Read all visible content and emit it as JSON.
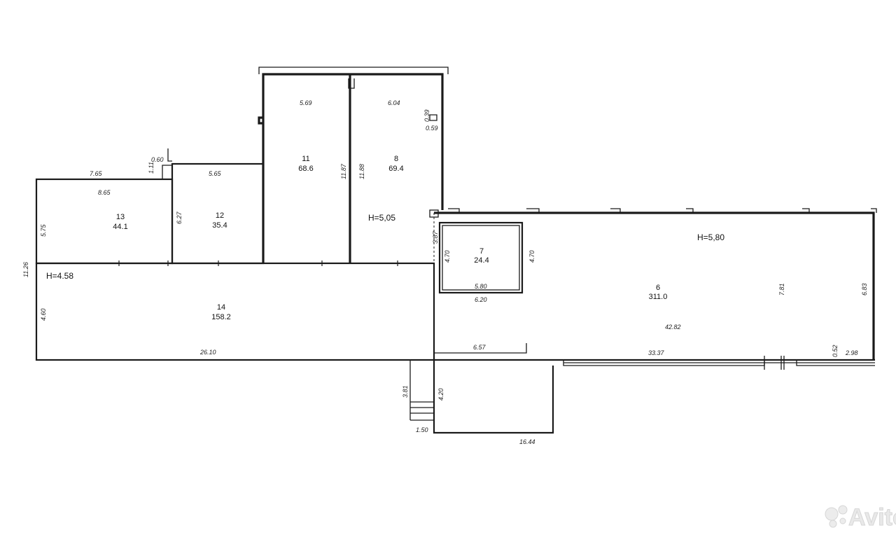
{
  "rooms": [
    {
      "number": "13",
      "area": "44.1"
    },
    {
      "number": "12",
      "area": "35.4"
    },
    {
      "number": "11",
      "area": "68.6"
    },
    {
      "number": "8",
      "area": "69.4"
    },
    {
      "number": "7",
      "area": "24.4"
    },
    {
      "number": "6",
      "area": "311.0"
    },
    {
      "number": "14",
      "area": "158.2"
    }
  ],
  "heights": {
    "left": "H=4.58",
    "middle": "H=5,05",
    "right": "H=5,80"
  },
  "dimensions": {
    "d_7_65": "7.65",
    "d_8_65": "8.65",
    "d_1_11": "1.11",
    "d_0_60": "0.60",
    "d_5_65": "5.65",
    "d_5_69": "5.69",
    "d_6_04": "6.04",
    "d_0_39": "0.39",
    "d_0_59": "0.59",
    "d_11_87": "11.87",
    "d_11_88": "11.88",
    "d_5_75": "5.75",
    "d_6_27": "6.27",
    "d_11_26": "11.26",
    "d_4_60": "4.60",
    "d_26_10": "26.10",
    "d_3_87": "3.87",
    "d_4_70_l": "4.70",
    "d_4_70_r": "4.70",
    "d_5_80": "5.80",
    "d_6_20": "6.20",
    "d_7_81": "7.81",
    "d_6_83": "6.83",
    "d_42_82": "42.82",
    "d_6_57": "6.57",
    "d_33_37": "33.37",
    "d_0_52": "0.52",
    "d_2_98": "2.98",
    "d_3_81": "3.81",
    "d_4_20": "4.20",
    "d_1_50": "1.50",
    "d_16_44": "16.44"
  },
  "watermark": {
    "text": "Avito",
    "icon": "avito-dots-icon"
  }
}
